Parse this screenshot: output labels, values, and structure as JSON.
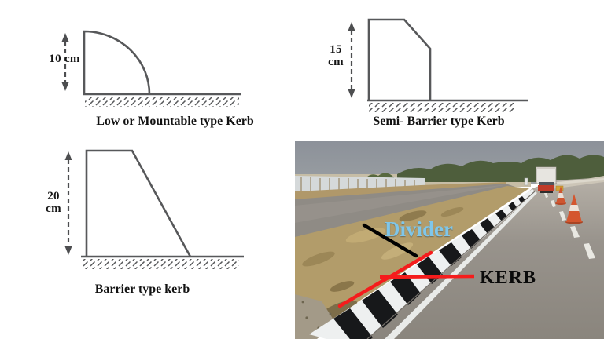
{
  "diagrams": [
    {
      "name": "low-or-mountable-kerb",
      "dim_lines": [
        "10 cm"
      ],
      "caption": "Low or Mountable type Kerb"
    },
    {
      "name": "semi-barrier-kerb",
      "dim_lines": [
        "15",
        "cm"
      ],
      "caption": "Semi- Barrier type Kerb"
    },
    {
      "name": "barrier-kerb",
      "dim_lines": [
        "20",
        "cm"
      ],
      "caption": "Barrier type kerb"
    }
  ],
  "photo": {
    "divider_label": "Divider",
    "kerb_label": "KERB"
  },
  "colors": {
    "diagram_line": "#57585a",
    "text": "#141414",
    "divider_label": "#7fc6e9",
    "kerb_label": "#0a0a0a",
    "pointer_red": "#f51c1c",
    "pointer_black": "#000000",
    "kerb_black": "#17181a",
    "kerb_white": "#eef0f0",
    "sky": "#8f949b",
    "trees": "#4e5e3c",
    "dry_grass": "#b29c6a",
    "road": "#8f8a84",
    "cone_orange": "#d0552e"
  }
}
